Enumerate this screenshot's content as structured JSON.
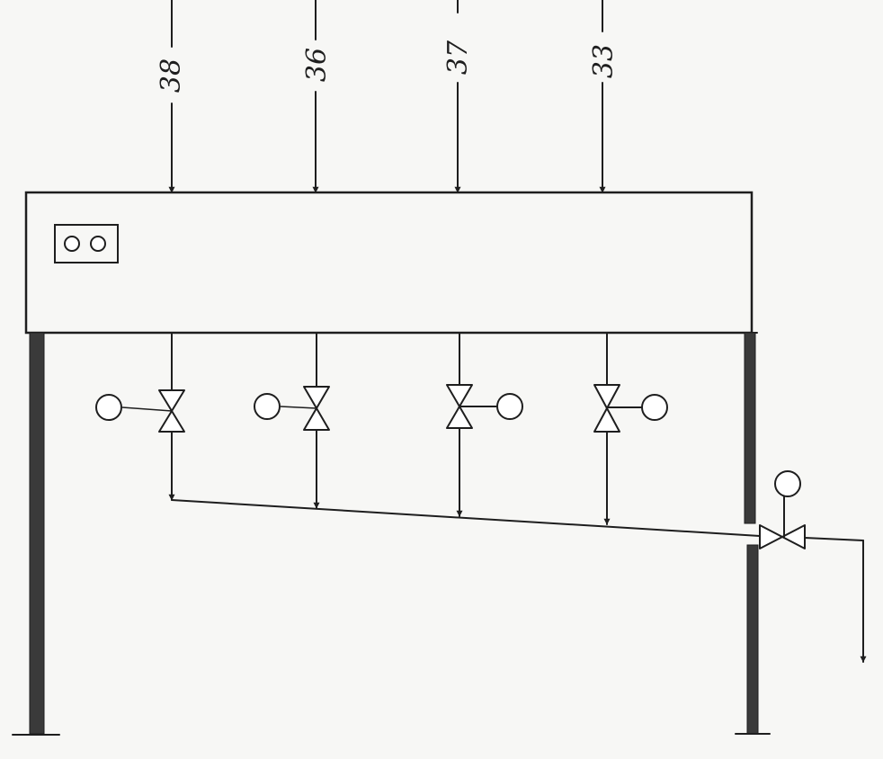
{
  "inlets": [
    {
      "label": "38"
    },
    {
      "label": "36"
    },
    {
      "label": "37"
    },
    {
      "label": "33"
    }
  ],
  "colors": {
    "paper": "#f7f7f5",
    "ink": "#1e1e1e",
    "leg": "#3a3a3a"
  }
}
